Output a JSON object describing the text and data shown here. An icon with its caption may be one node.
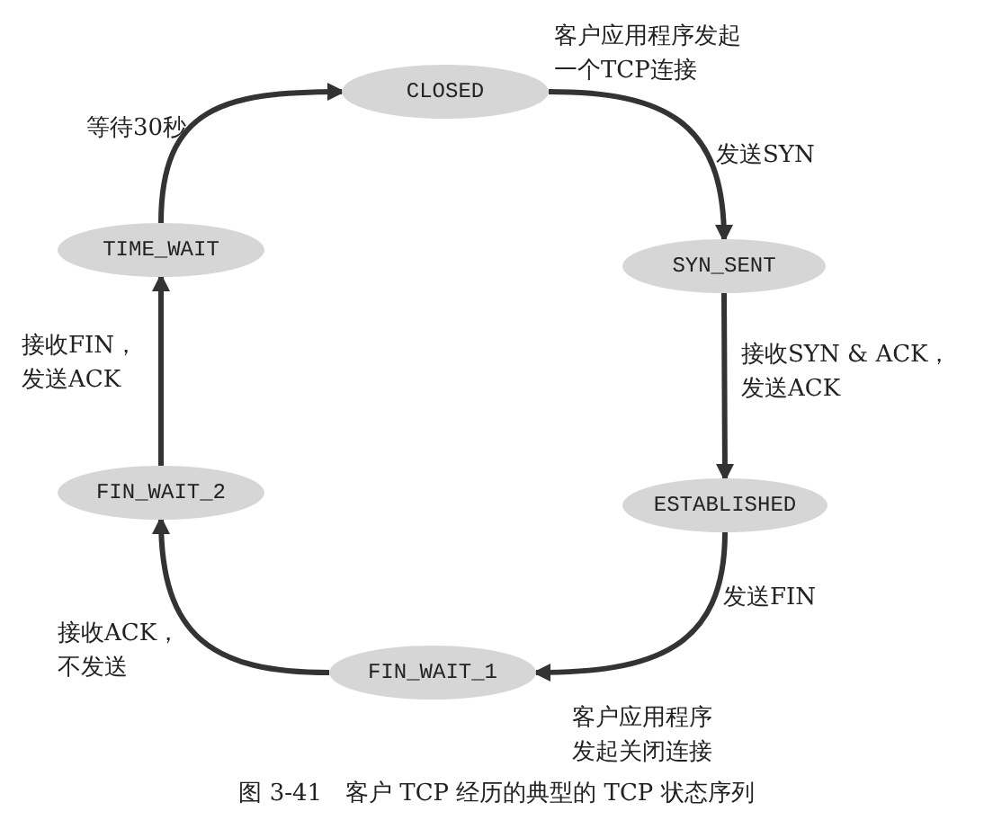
{
  "diagram": {
    "caption": "图 3-41　客户 TCP 经历的典型的 TCP 状态序列",
    "nodes": [
      {
        "text": [
          "CLOSED"
        ]
      },
      {
        "text": [
          "SYN_SENT"
        ]
      },
      {
        "text": [
          "ESTABLISHED"
        ]
      },
      {
        "text": [
          "FIN_WAIT_1"
        ]
      },
      {
        "text": [
          "FIN_WAIT_2"
        ]
      },
      {
        "text": [
          "TIME_WAIT"
        ]
      }
    ],
    "edges": [
      {
        "from": 0,
        "to": 1,
        "arrow": "to",
        "label": "发送SYN"
      },
      {
        "from": 1,
        "to": 2,
        "arrow": "to",
        "label": "接收SYN & ACK，发送ACK"
      },
      {
        "from": 2,
        "to": 3,
        "arrow": "to",
        "label": "发送FIN"
      },
      {
        "from": 3,
        "to": 4,
        "arrow": "to",
        "label": "接收ACK，不发送"
      },
      {
        "from": 4,
        "to": 5,
        "arrow": "to",
        "label": "接收FIN，发送ACK"
      },
      {
        "from": 5,
        "to": 0,
        "arrow": "to",
        "label": "等待30秒"
      }
    ],
    "labels": [
      "客户应用程序发起一个TCP连接",
      "客户应用程序发起关闭连接"
    ]
  }
}
